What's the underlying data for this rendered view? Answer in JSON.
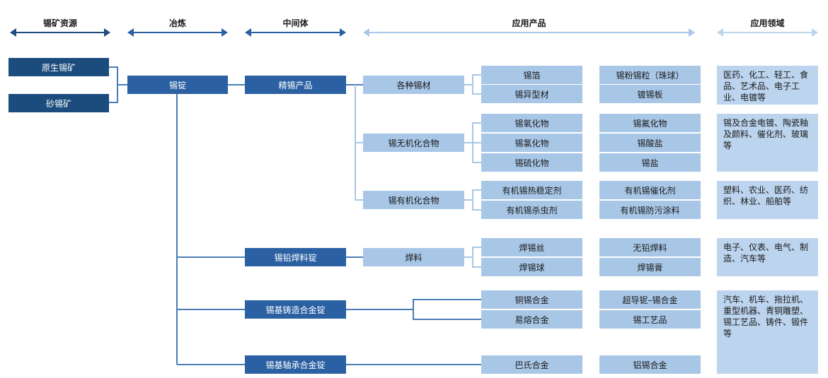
{
  "colors": {
    "dark_blue": "#2b60a3",
    "navy": "#1c4b7d",
    "mid_blue": "#a8c7e7",
    "pale_blue": "#bcd4ee",
    "wire": "#4a7db8",
    "arrow_dark": "#1c4b7d",
    "arrow_light": "#a8c7e7"
  },
  "headers": {
    "resources": "锡矿资源",
    "smelting": "冶炼",
    "intermediate": "中间体",
    "products": "应用产品",
    "fields": "应用领域"
  },
  "resources": {
    "primary_ore": "原生锡矿",
    "placer_ore": "砂锡矿"
  },
  "smelting": {
    "ingot": "锡锭"
  },
  "intermediates": {
    "refined": "精锡产品",
    "solder_ingot": "锡铅焊料锭",
    "casting_alloy": "锡基铸造合金锭",
    "bearing_alloy": "锡基轴承合金锭"
  },
  "categories": {
    "materials": "各种锡材",
    "inorganic": "锡无机化合物",
    "organic": "锡有机化合物",
    "solder": "焊料"
  },
  "products_a": {
    "foil": "锡箔",
    "profiles": "锡异型材",
    "oxide": "锡氧化物",
    "chloride": "锡氯化物",
    "sulfide": "锡硫化物",
    "heat_stabilizer": "有机锡热稳定剂",
    "pesticide": "有机锡杀虫剂",
    "solder_wire": "焊锡丝",
    "solder_ball": "焊锡球",
    "bronze": "铜锡合金",
    "fusible": "易熔合金",
    "babbitt": "巴氏合金"
  },
  "products_b": {
    "powder": "锡粉锡粒（珠球）",
    "plate": "镀锡板",
    "fluoride": "锡氟化物",
    "stannate": "锡酸盐",
    "tin_salt": "锡盐",
    "catalyst": "有机锡催化剂",
    "antifouling": "有机锡防污涂料",
    "lead_free": "无铅焊料",
    "solder_paste": "焊锡膏",
    "superconductor": "超导铌–锡合金",
    "crafts": "锡工艺品",
    "aluminum_tin": "铝锡合金"
  },
  "fields": {
    "f1": "医药、化工、轻工、食品、艺术品、电子工业、电镀等",
    "f2": "锡及合金电镀、陶瓷釉及颜料、催化剂、玻璃等",
    "f3": "塑料、农业、医药、纺织、林业、船舶等",
    "f4": "电子、仪表、电气、制造、汽车等",
    "f5": "汽车、机车、拖拉机、重型机器、青铜雕塑、锡工艺品、铸件、锻件等"
  }
}
